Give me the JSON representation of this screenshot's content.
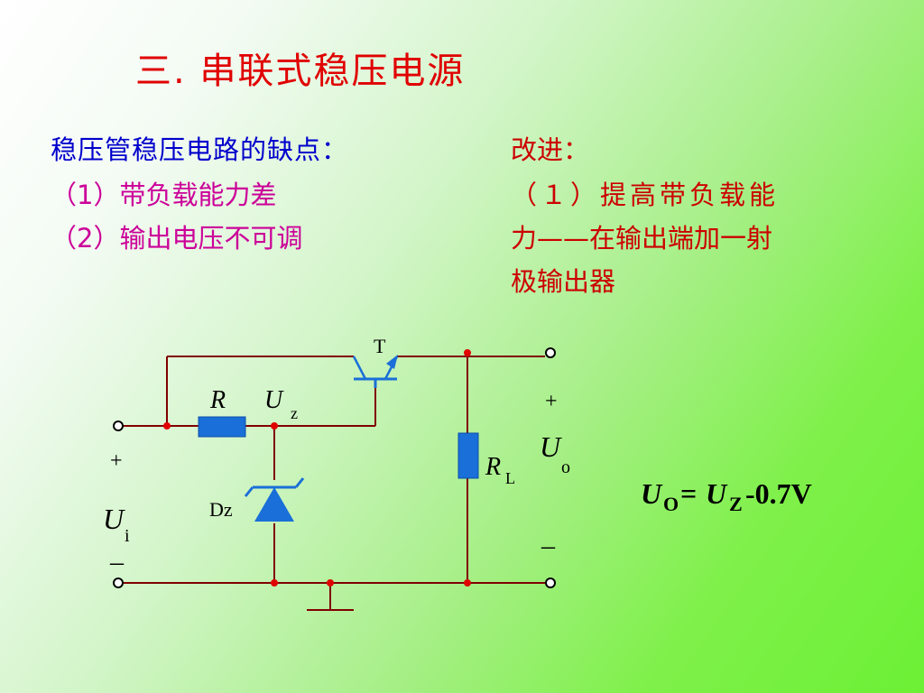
{
  "title": "三.  串联式稳压电源",
  "left_heading": "稳压管稳压电路的缺点：",
  "left_items": [
    "（1）带负载能力差",
    "（2）输出电压不可调"
  ],
  "right_heading": "改进：",
  "right_lines": [
    "（１）提高带负载能",
    "力——在输出端加一射",
    "极输出器"
  ],
  "circuit": {
    "transistor": "T",
    "resistor": "R",
    "zener_voltage": "U",
    "zener_voltage_sub": "z",
    "diode": "Dz",
    "load": "R",
    "load_sub": "L",
    "input_voltage": "U",
    "input_voltage_sub": "i",
    "output_voltage": "U",
    "output_voltage_sub": "o",
    "plus": "+",
    "minus": "–"
  },
  "formula": {
    "u1": "U",
    "s1": "O",
    "eq": "=",
    "u2": "U",
    "s2": "Z",
    "rest": "-0.7V"
  },
  "colors": {
    "title": "#e00000",
    "heading_blue": "#0000cc",
    "items_magenta": "#cc0099",
    "right_red": "#cc0000",
    "wire": "#800000",
    "component_blue": "#1a6fd8"
  }
}
